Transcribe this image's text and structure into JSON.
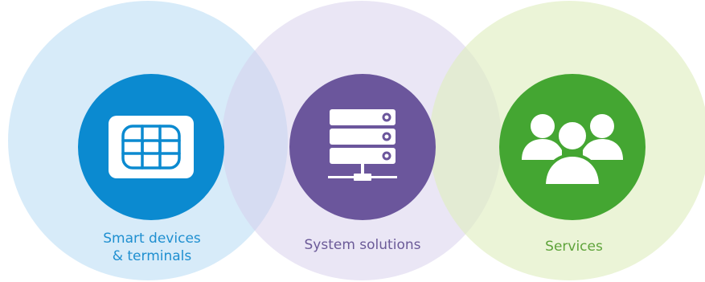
{
  "items": [
    {
      "icon": "sim-card-icon",
      "label_lines": [
        "Smart devices",
        "& terminals"
      ],
      "circle_color": "#0b8ad0",
      "halo_color": "#bedef6",
      "label_color": "#1f8fd0"
    },
    {
      "icon": "server-stack-icon",
      "label_lines": [
        "System solutions"
      ],
      "circle_color": "#6b569c",
      "halo_color": "#d6cdec",
      "label_color": "#6b5a98"
    },
    {
      "icon": "people-group-icon",
      "label_lines": [
        "Services"
      ],
      "circle_color": "#44a632",
      "halo_color": "#deeebe",
      "label_color": "#5ea33a"
    }
  ]
}
